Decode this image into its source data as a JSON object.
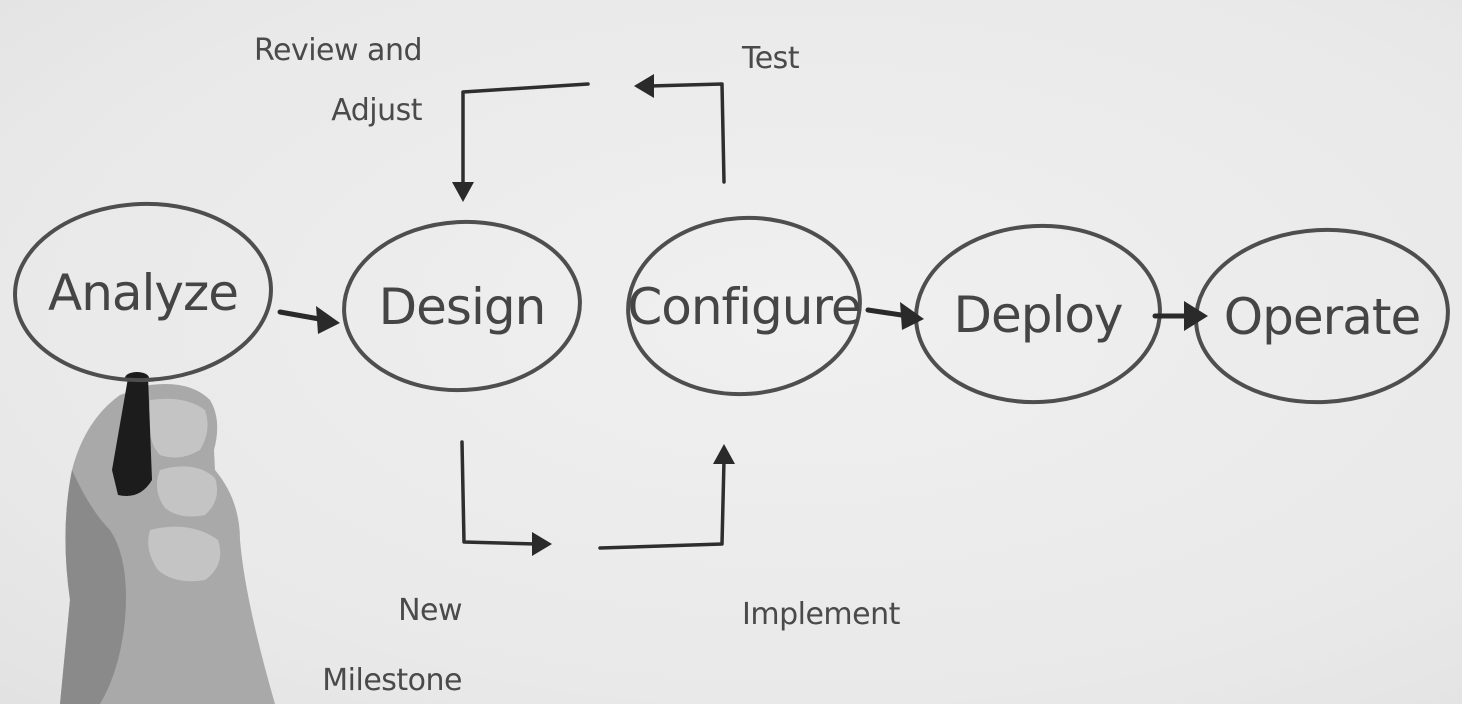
{
  "nodes": {
    "analyze": "Analyze",
    "design": "Design",
    "configure": "Configure",
    "deploy": "Deploy",
    "operate": "Operate"
  },
  "notes": {
    "review_line1": "Review and",
    "review_line2": "Adjust",
    "test": "Test",
    "milestone_line1": "New",
    "milestone_line2": "Milestone",
    "implement": "Implement"
  },
  "colors": {
    "background": "#ececec",
    "ink": "#2a2a2a",
    "outline": "#4e4e4e"
  },
  "icons": {
    "hand": "hand-holding-marker-icon"
  }
}
